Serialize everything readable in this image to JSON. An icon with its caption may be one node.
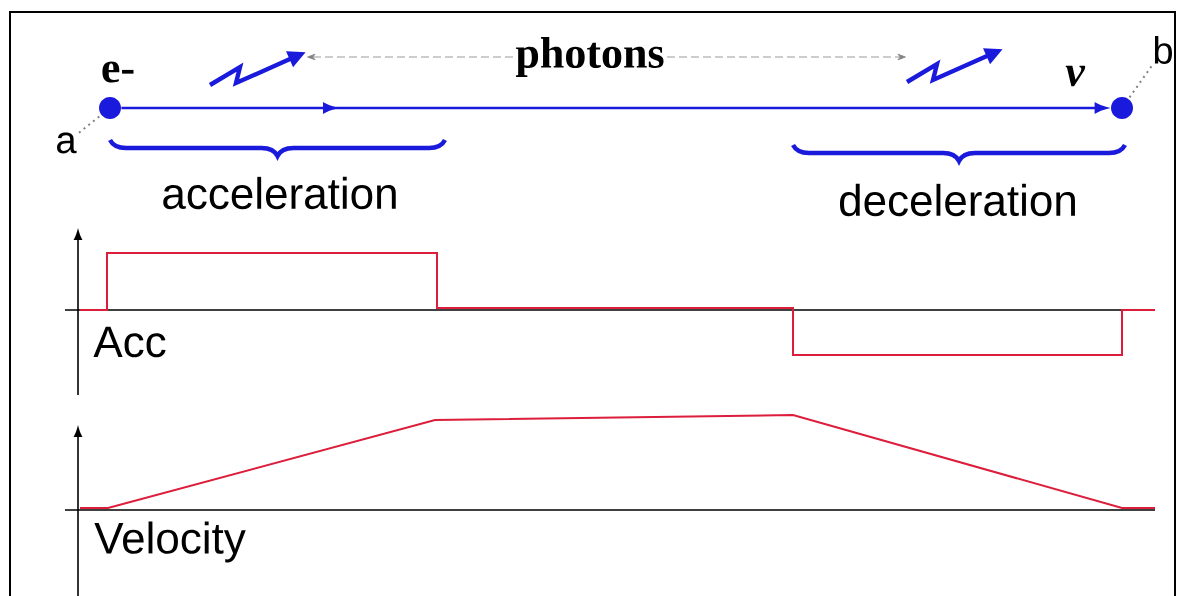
{
  "diagram": {
    "nodes": [
      {
        "text": [],
        "shape": "circle",
        "beside": [
          "e-"
        ]
      },
      {
        "text": [],
        "shape": "circle",
        "beside": [
          "v"
        ]
      },
      {
        "text": [
          "a"
        ]
      },
      {
        "text": [
          "b"
        ]
      },
      {
        "text": [
          "photons"
        ]
      },
      {
        "text": [],
        "shape": "picture"
      },
      {
        "text": [],
        "shape": "picture"
      }
    ],
    "edges": [
      {
        "from": 0,
        "to": 1,
        "arrow": "to",
        "color": "#1a1adc"
      },
      {
        "from": 2,
        "to": 0,
        "arrow": "none",
        "style": "dashed"
      },
      {
        "from": 3,
        "to": 1,
        "arrow": "none",
        "style": "dashed"
      },
      {
        "from": 4,
        "to": 5,
        "arrow": "to",
        "style": "dashed"
      },
      {
        "from": 4,
        "to": 6,
        "arrow": "to",
        "style": "dashed"
      }
    ],
    "labels": [
      "acceleration",
      "deceleration",
      "Acc",
      "Velocity"
    ]
  }
}
